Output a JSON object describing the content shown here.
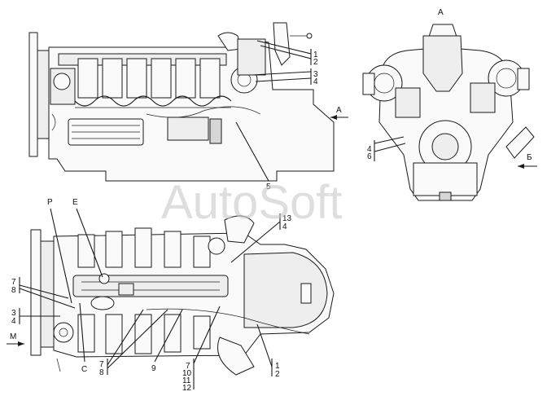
{
  "view_labels": {
    "top_right_view": "A",
    "arrow_a": "A",
    "arrow_b": "Б",
    "arrow_m": "M"
  },
  "callouts": {
    "top_1_2": [
      "1",
      "2"
    ],
    "top_3_4": [
      "3",
      "4"
    ],
    "top_5": "5",
    "right_4_6": [
      "4",
      "6"
    ],
    "p": "P",
    "e": "E",
    "left_7_8": [
      "7",
      "8"
    ],
    "left_3_4": [
      "3",
      "4"
    ],
    "c": "C",
    "bottom_7_8": [
      "7",
      "8"
    ],
    "bottom_9": "9",
    "bottom_7_10_11_12": [
      "7",
      "10",
      "11",
      "12"
    ],
    "bottom_1_2": [
      "1",
      "2"
    ],
    "mid_13_4": [
      "13",
      "4"
    ]
  },
  "watermark": "AutoSoft"
}
